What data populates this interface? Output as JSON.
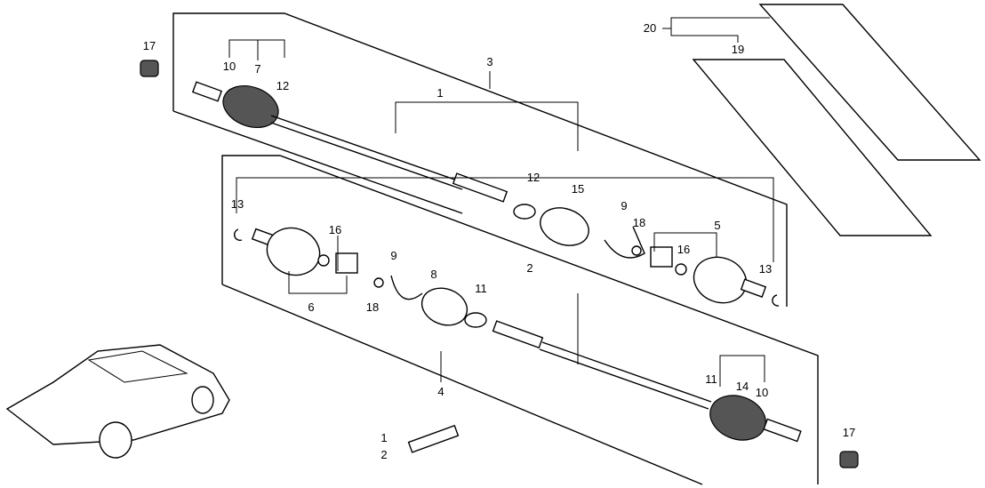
{
  "diagram": {
    "title": "Driveshaft exploded parts diagram",
    "callouts": {
      "nut_left": "17",
      "outer_joint_top": "10",
      "joint_set_top": "7",
      "band_top": "12",
      "right_shaft_assy": "3",
      "right_shaft": "1",
      "boot_kit": "20",
      "boot_set": "19",
      "circlip_left": "13",
      "band_mid": "12",
      "boot_right": "15",
      "band_right": "9",
      "clip_right": "18",
      "inboard_joint_right": "5",
      "stopper_left": "16",
      "stopper_right": "16",
      "band_left": "9",
      "boot_left": "8",
      "left_shaft": "2",
      "band_small": "11",
      "inboard_joint_left": "6",
      "clip_left": "18",
      "circlip_right": "13",
      "band_lower": "11",
      "joint_set_lower": "14",
      "outer_joint_lower": "10",
      "left_shaft_assy": "4",
      "grease_1": "1",
      "grease_2": "2",
      "nut_right": "17"
    }
  }
}
